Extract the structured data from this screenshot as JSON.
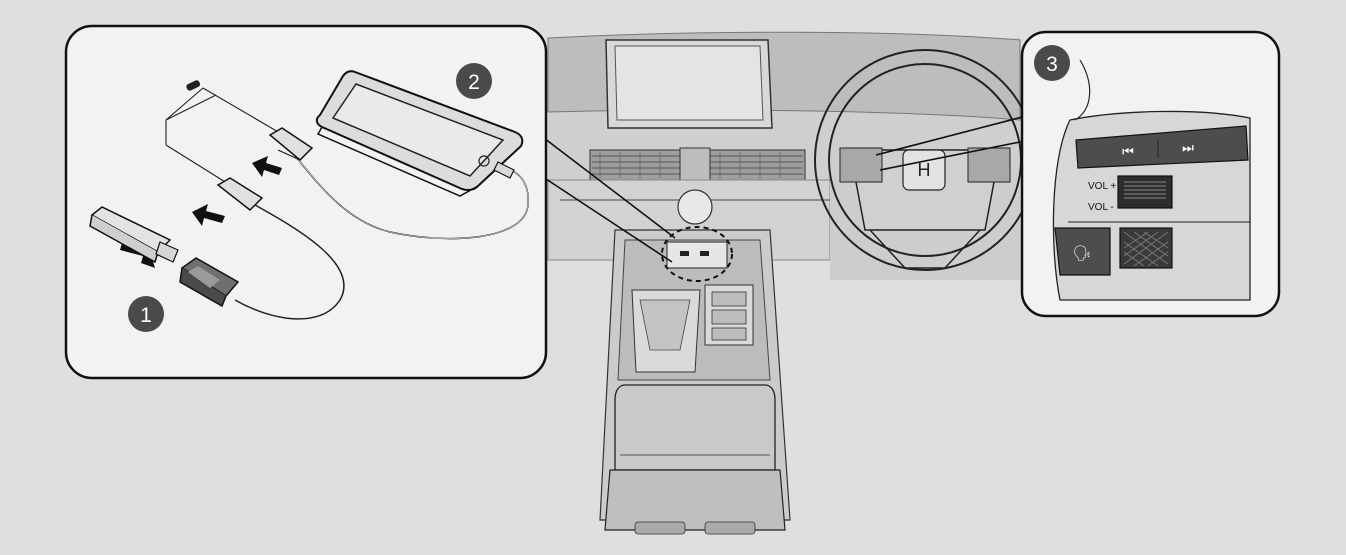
{
  "steps": [
    {
      "number": "1"
    },
    {
      "number": "2"
    },
    {
      "number": "3"
    }
  ],
  "controls": {
    "vol_up": "VOL +",
    "vol_down": "VOL -",
    "prev_track": "⏮",
    "next_track": "⏭"
  },
  "colors": {
    "background": "#dedfe0",
    "callout_fill": "#f2f2f2",
    "line": "#111111",
    "badge": "#4a4a4a"
  }
}
